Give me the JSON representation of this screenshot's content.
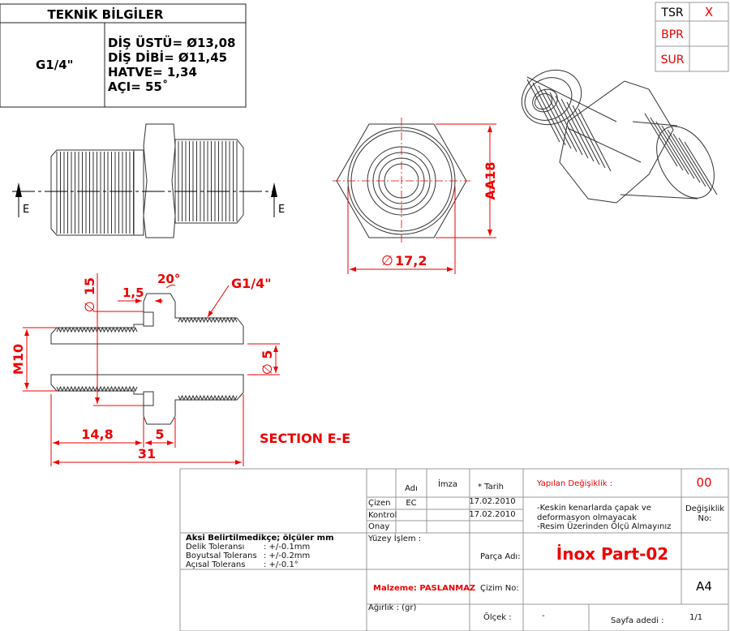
{
  "tech_info": {
    "title": "TEKNİK BİLGİLER",
    "thread": "G1/4\"",
    "lines": [
      "DİŞ ÜSTÜ= Ø13,08",
      "DİŞ DİBİ= Ø11,45",
      "HATVE=  1,34",
      "AÇI=  55˚"
    ]
  },
  "surface_box": {
    "rows": [
      {
        "label": "TSR",
        "mark": "X"
      },
      {
        "label": "BPR",
        "mark": ""
      },
      {
        "label": "SUR",
        "mark": ""
      }
    ]
  },
  "views": {
    "section_mark": "E",
    "front_dims": {
      "hex": "AA18",
      "diameter": "17,2",
      "dia_symbol": "∅"
    },
    "section": {
      "title": "SECTION E-E",
      "angle": "20°",
      "groove": "1,5",
      "flange_dia": "15",
      "thread_right": "G1/4\"",
      "thread_left": "M10",
      "bore": "5",
      "len_left": "14,8",
      "len_flange": "5",
      "len_total": "31",
      "dia_symbol": "∅"
    }
  },
  "title_block": {
    "col_headers": {
      "name": "Adı",
      "signature": "İmza",
      "date": "* Tarih"
    },
    "rows": [
      {
        "role": "Çizen",
        "name": "EC",
        "date": "17.02.2010"
      },
      {
        "role": "Kontrol",
        "name": "",
        "date": "17.02.2010"
      },
      {
        "role": "Onay",
        "name": "",
        "date": ""
      }
    ],
    "revision_label": "Yapılan Değişiklik :",
    "revision_no": "00",
    "notes": [
      "-Keskin kenarlarda çapak ve",
      "deformasyon olmayacak",
      "-Resim Üzerinden Ölçü Almayınız"
    ],
    "change_no_label": [
      "Değişiklik",
      "No:"
    ],
    "tolerance_title": "Aksi Belirtilmedikçe; ölçüler mm",
    "tolerances": [
      {
        "label": "Delik Toleransı",
        "value": ": +/-0.1mm"
      },
      {
        "label": "Boyutsal Tolerans",
        "value": ": +/-0.2mm"
      },
      {
        "label": "Açısal Tolerans",
        "value": ": +/-0.1°"
      }
    ],
    "surface_label": "Yüzey İşlem :",
    "part_name_label": "Parça Adı:",
    "part_name": "İnox Part-02",
    "material": "Malzeme: PASLANMAZ",
    "drawing_no_label": "Çizim No:",
    "paper_size": "A4",
    "weight_label": "Ağırlık : (gr)",
    "scale_label": "Ölçek :",
    "scale_value": "-",
    "sheets_label": "Sayfa adedi :",
    "sheets_value": "1/1"
  }
}
